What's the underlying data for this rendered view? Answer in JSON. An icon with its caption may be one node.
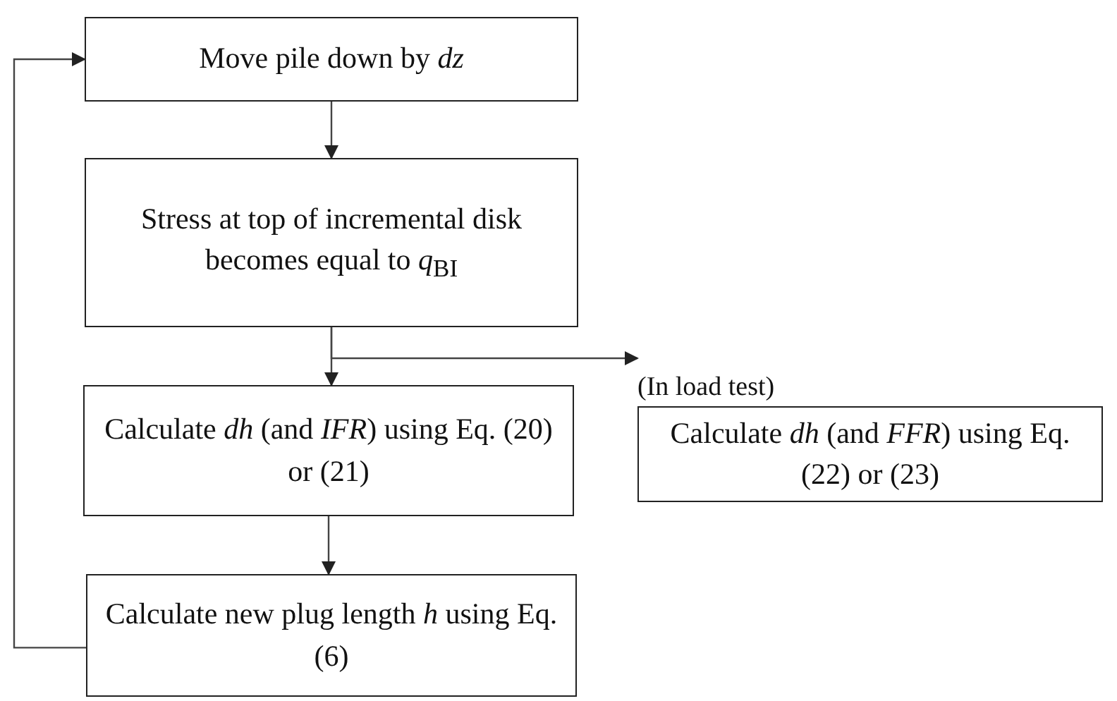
{
  "diagram": {
    "nodes": [
      {
        "text": [
          "Move pile down by *dz*"
        ]
      },
      {
        "text": [
          "Stress at top of incremental disk becomes equal to *q*$_{BI}$"
        ]
      },
      {
        "text": [
          "Calculate *dh* (and *FFR*) using Eq. (22) or (23)"
        ],
        "beside": [
          "(In load test)"
        ]
      },
      {
        "text": [
          "Calculate *dh* (and *IFR*) using Eq. (20) or (21)"
        ]
      },
      {
        "text": [
          "Calculate new plug length *h* using Eq. (6)"
        ]
      }
    ],
    "edges": [
      {
        "from": 0,
        "to": 1,
        "arrow": "to"
      },
      {
        "from": 1,
        "to": 3,
        "arrow": "to"
      },
      {
        "from": 1,
        "to": 2,
        "arrow": "to"
      },
      {
        "from": 3,
        "to": 4,
        "arrow": "to"
      },
      {
        "from": 4,
        "to": 0,
        "arrow": "to"
      }
    ]
  }
}
